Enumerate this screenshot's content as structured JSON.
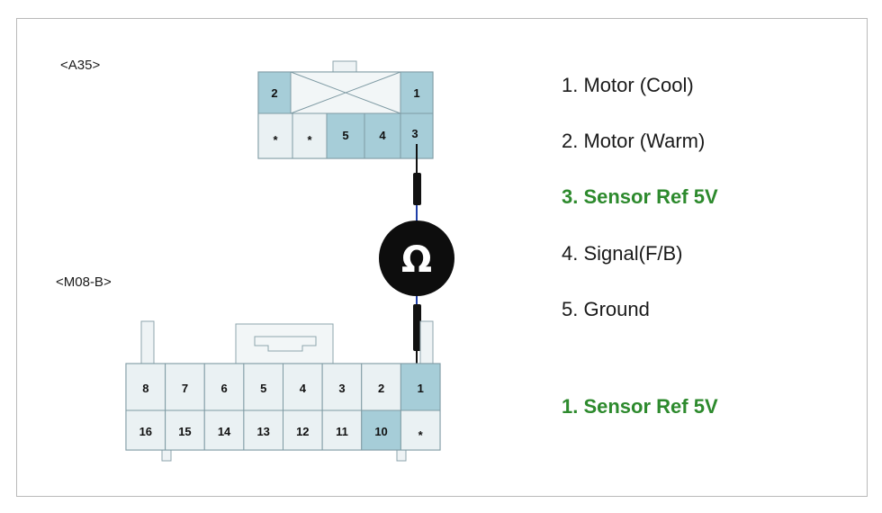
{
  "connectors": {
    "a35": {
      "label": "<A35>",
      "top_pins": [
        "2",
        "1"
      ],
      "bottom_pins": [
        "*",
        "*",
        "5",
        "4",
        "3"
      ]
    },
    "m08b": {
      "label": "<M08-B>",
      "top_pins": [
        "8",
        "7",
        "6",
        "5",
        "4",
        "3",
        "2",
        "1"
      ],
      "bottom_pins": [
        "16",
        "15",
        "14",
        "13",
        "12",
        "11",
        "10",
        "*"
      ]
    }
  },
  "meter": {
    "symbol": "Ω",
    "icon": "ohmmeter-icon"
  },
  "legend_a35": [
    {
      "text": "1. Motor (Cool)",
      "highlight": false
    },
    {
      "text": "2. Motor (Warm)",
      "highlight": false
    },
    {
      "text": "3. Sensor Ref 5V",
      "highlight": true
    },
    {
      "text": "4. Signal(F/B)",
      "highlight": false
    },
    {
      "text": "5. Ground",
      "highlight": false
    }
  ],
  "legend_m08b": [
    {
      "text": "1. Sensor Ref 5V",
      "highlight": true
    }
  ],
  "colors": {
    "pin_fill": "#eaf1f3",
    "pin_highlight": "#a6cdd8",
    "pin_border": "#7e9aa3",
    "wire": "#1f3fa8",
    "highlight_text": "#2d8a2d"
  }
}
